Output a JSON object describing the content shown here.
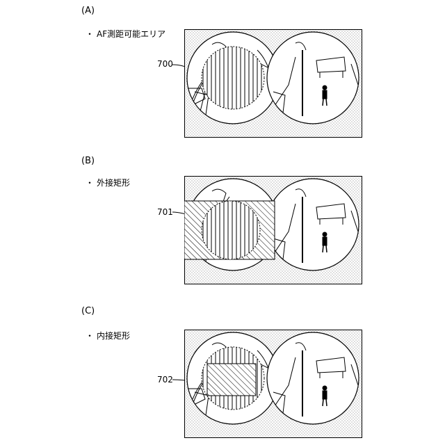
{
  "panels": [
    {
      "label": "(A)",
      "bullet": "・",
      "caption": "AF測距可能エリア",
      "ref": "700",
      "mode": "area"
    },
    {
      "label": "(B)",
      "bullet": "・",
      "caption": "外接矩形",
      "ref": "701",
      "mode": "circumscribed"
    },
    {
      "label": "(C)",
      "bullet": "・",
      "caption": "内接矩形",
      "ref": "702",
      "mode": "inscribed"
    }
  ]
}
